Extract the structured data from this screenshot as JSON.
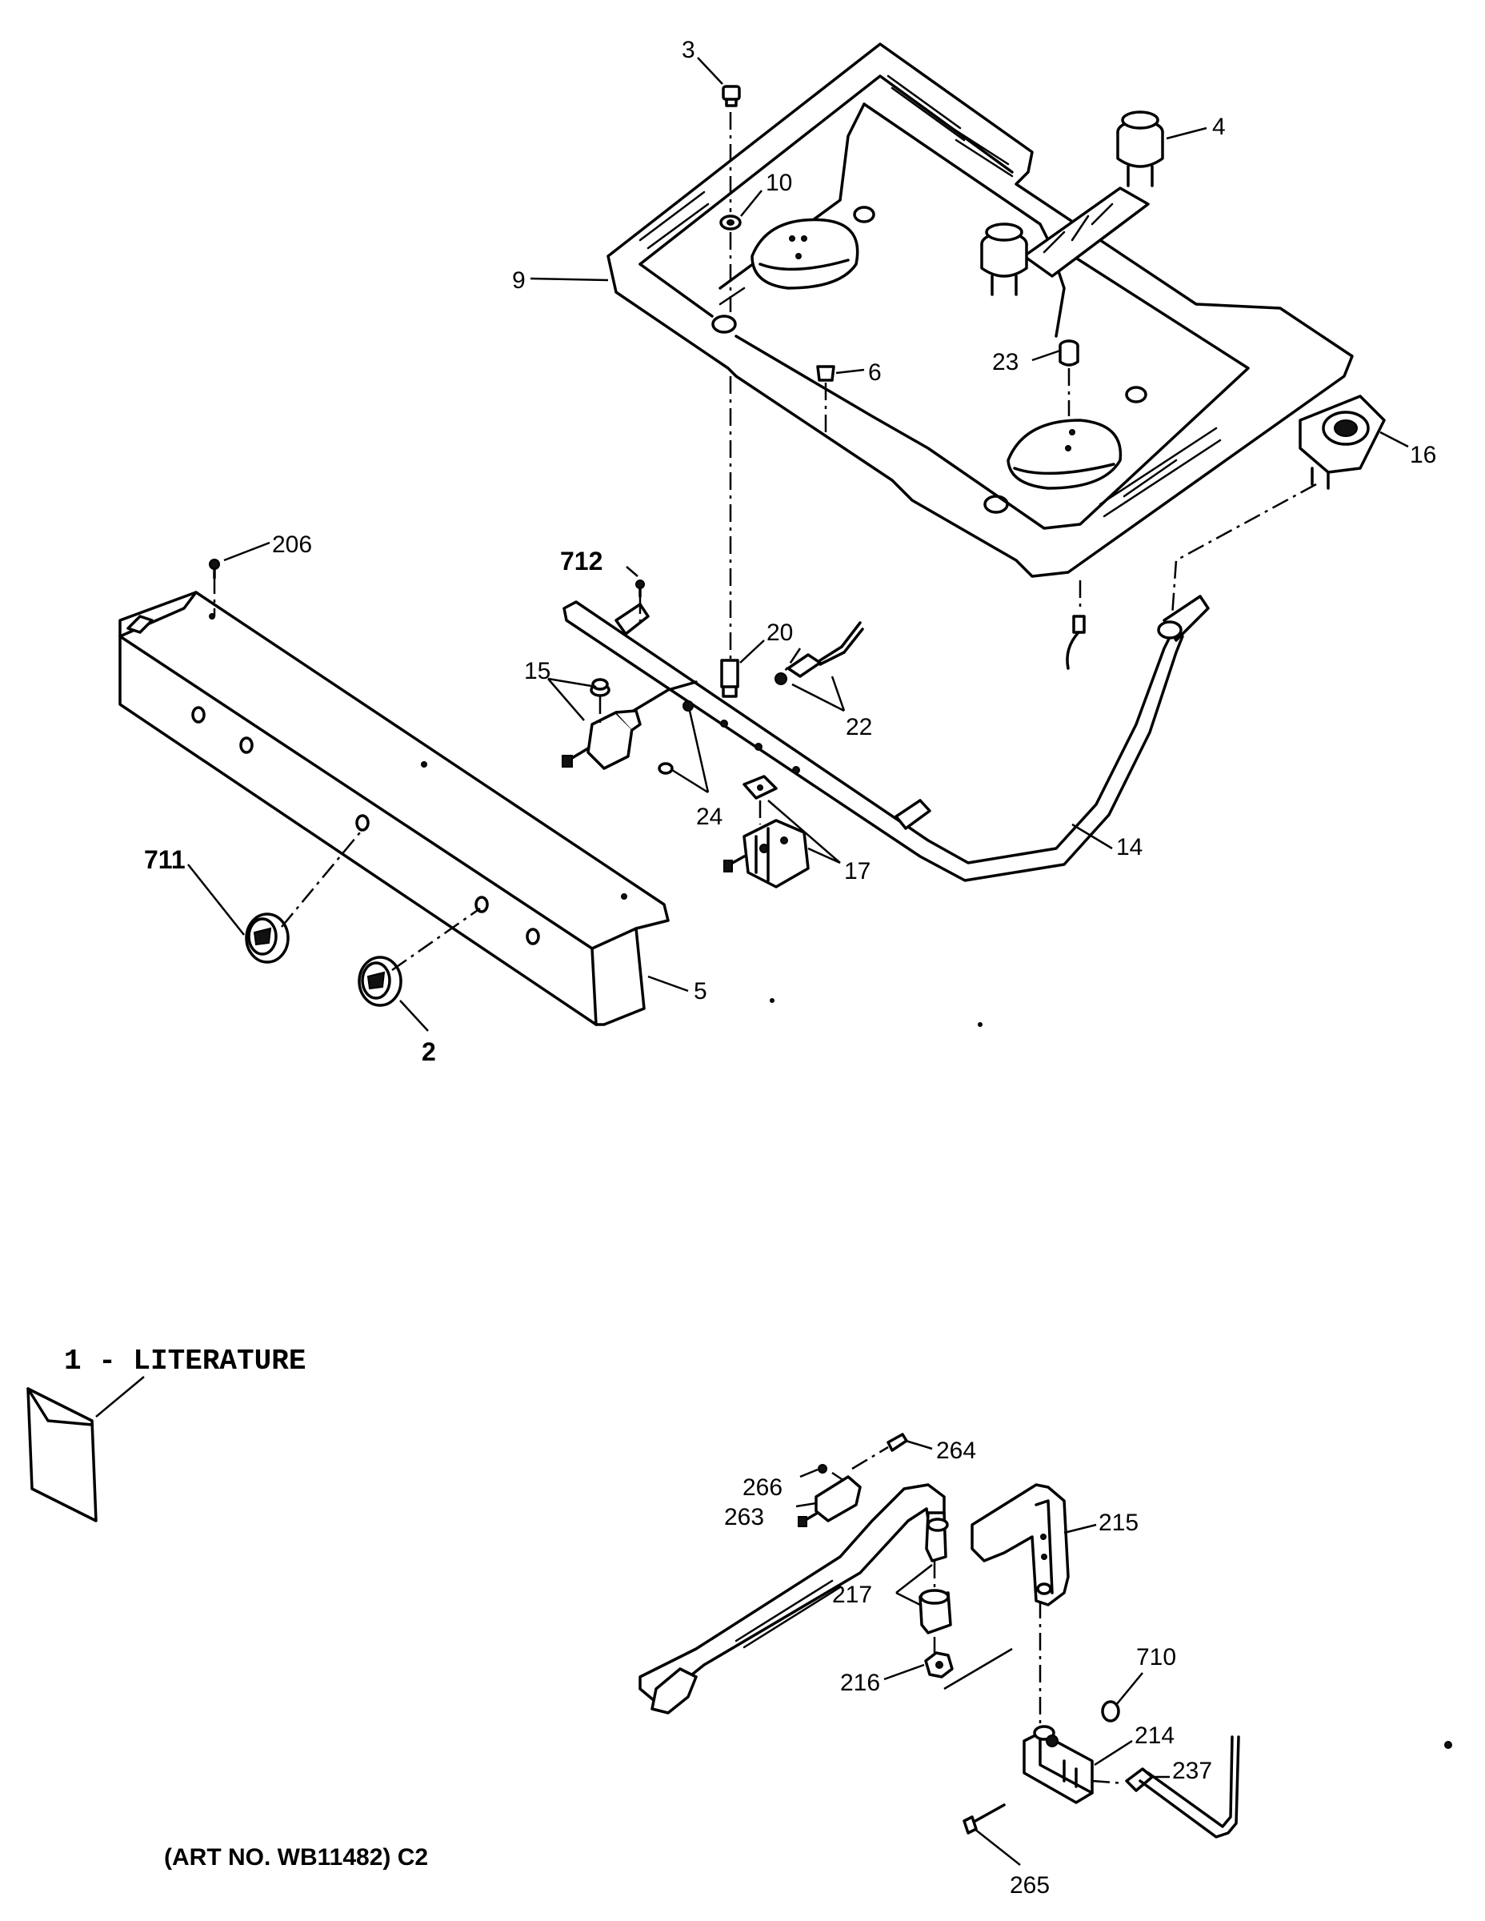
{
  "labels": {
    "p1": "1 - LITERATURE",
    "p2": "2",
    "p3": "3",
    "p4": "4",
    "p5": "5",
    "p6": "6",
    "p9": "9",
    "p10": "10",
    "p14": "14",
    "p15": "15",
    "p16": "16",
    "p17": "17",
    "p20": "20",
    "p22": "22",
    "p23": "23",
    "p24": "24",
    "p206": "206",
    "p214": "214",
    "p215": "215",
    "p216": "216",
    "p217": "217",
    "p237": "237",
    "p263": "263",
    "p264": "264",
    "p265": "265",
    "p266": "266",
    "p710": "710",
    "p711": "711",
    "p712": "712"
  },
  "caption": "(ART NO. WB11482) C2"
}
